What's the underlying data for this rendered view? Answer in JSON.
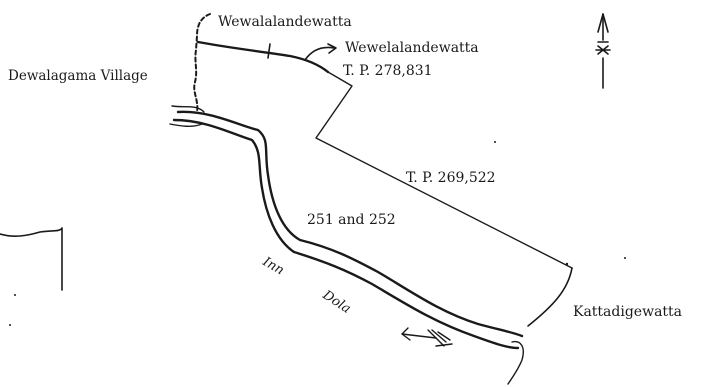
{
  "labels": {
    "wewalalandewatta": "Wewalalandewatta",
    "wewelalandewatta": "Wewelalandewatta",
    "tp_278831": "T. P. 278,831",
    "dewalagama_village": "Dewalagama Village",
    "tp_269522": "T. P. 269,522",
    "lots": "251 and 252",
    "inn": "Inn",
    "dola": "Dola",
    "kattadigewatta": "Kattadigewatta"
  },
  "colors": {
    "ink": "#1a1a1a",
    "paper": "#ffffff"
  },
  "icons": [
    "north-arrow-icon",
    "flow-direction-arrow-icon"
  ]
}
